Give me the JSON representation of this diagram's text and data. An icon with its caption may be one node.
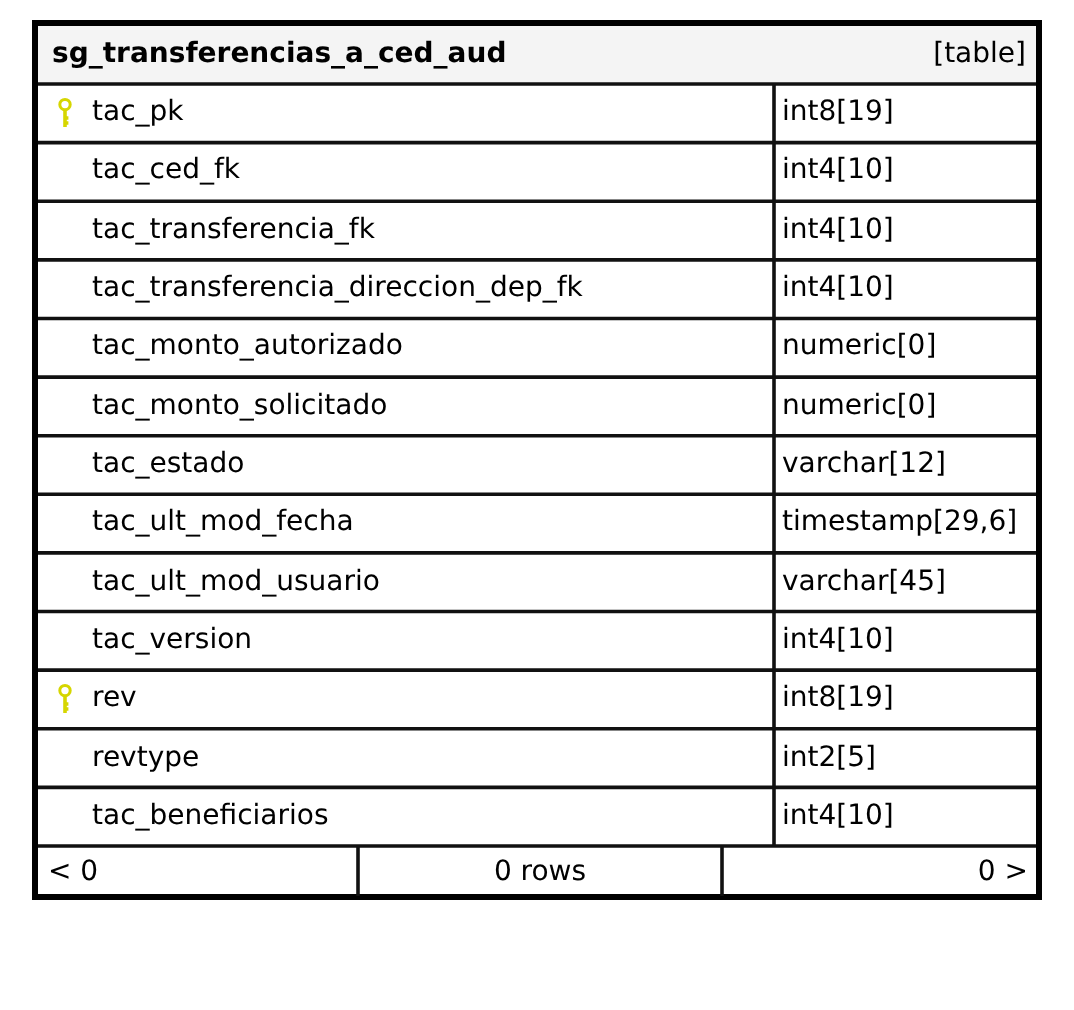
{
  "diagram": {
    "nodes": [
      {
        "text": [
          "sg_transferencias_a_ced_aud",
          "[table]"
        ]
      }
    ],
    "labels": [
      "tac_pk",
      "int8[19]",
      "tac_ced_fk",
      "int4[10]",
      "tac_transferencia_fk",
      "int4[10]",
      "tac_transferencia_direccion_dep_fk",
      "int4[10]",
      "tac_monto_autorizado",
      "numeric[0]",
      "tac_monto_solicitado",
      "numeric[0]",
      "tac_estado",
      "varchar[12]",
      "tac_ult_mod_fecha",
      "timestamp[29,6]",
      "tac_ult_mod_usuario",
      "varchar[45]",
      "tac_version",
      "int4[10]",
      "rev",
      "int8[19]",
      "revtype",
      "int2[5]",
      "tac_beneficiarios",
      "int4[10]",
      "< 0",
      "0 rows",
      "0 >"
    ]
  }
}
